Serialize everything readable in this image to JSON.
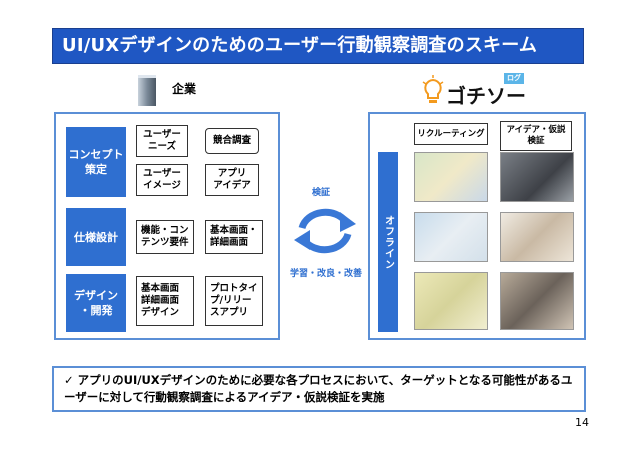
{
  "title": "UI/UXデザインのためのユーザー行動観察調査のスキーム",
  "company": {
    "label": "企業",
    "icon": "building-icon"
  },
  "brand": {
    "name": "ゴチソー",
    "badge": "ログ",
    "icon": "lightbulb-icon"
  },
  "phases": [
    {
      "label": "コンセプト\n策定"
    },
    {
      "label": "仕様設計"
    },
    {
      "label": "デザイン\n・開発"
    }
  ],
  "docs": {
    "user_needs": "ユーザー\nニーズ",
    "competitive": "競合調査",
    "user_image": "ユーザー\nイメージ",
    "app_idea": "アプリ\nアイデア",
    "features": "機能・コン\nテンツ要件",
    "basic_screens": "基本画面・\n詳細画面",
    "design_screens": "基本画面\n詳細画面\nデザイン",
    "prototype": "プロトタイ\nプ/リリー\nスアプリ"
  },
  "cycle": {
    "top_label": "検証",
    "bottom_label": "学習・改良・改善"
  },
  "offline": {
    "label": "オフライン"
  },
  "right_headers": {
    "recruiting": "リクルーティング",
    "idea_validation": "アイデア・仮説\n検証"
  },
  "note": {
    "check": "✓",
    "text": "アプリのUI/UXデザインのために必要な各プロセスにおいて、ターゲットとなる可能性があるユーザーに対して行動観察調査によるアイデア・仮説検証を実施"
  },
  "page_number": "14",
  "colors": {
    "accent": "#1f57c3",
    "panel_border": "#5b8fd6",
    "tab": "#2f6fd0"
  }
}
